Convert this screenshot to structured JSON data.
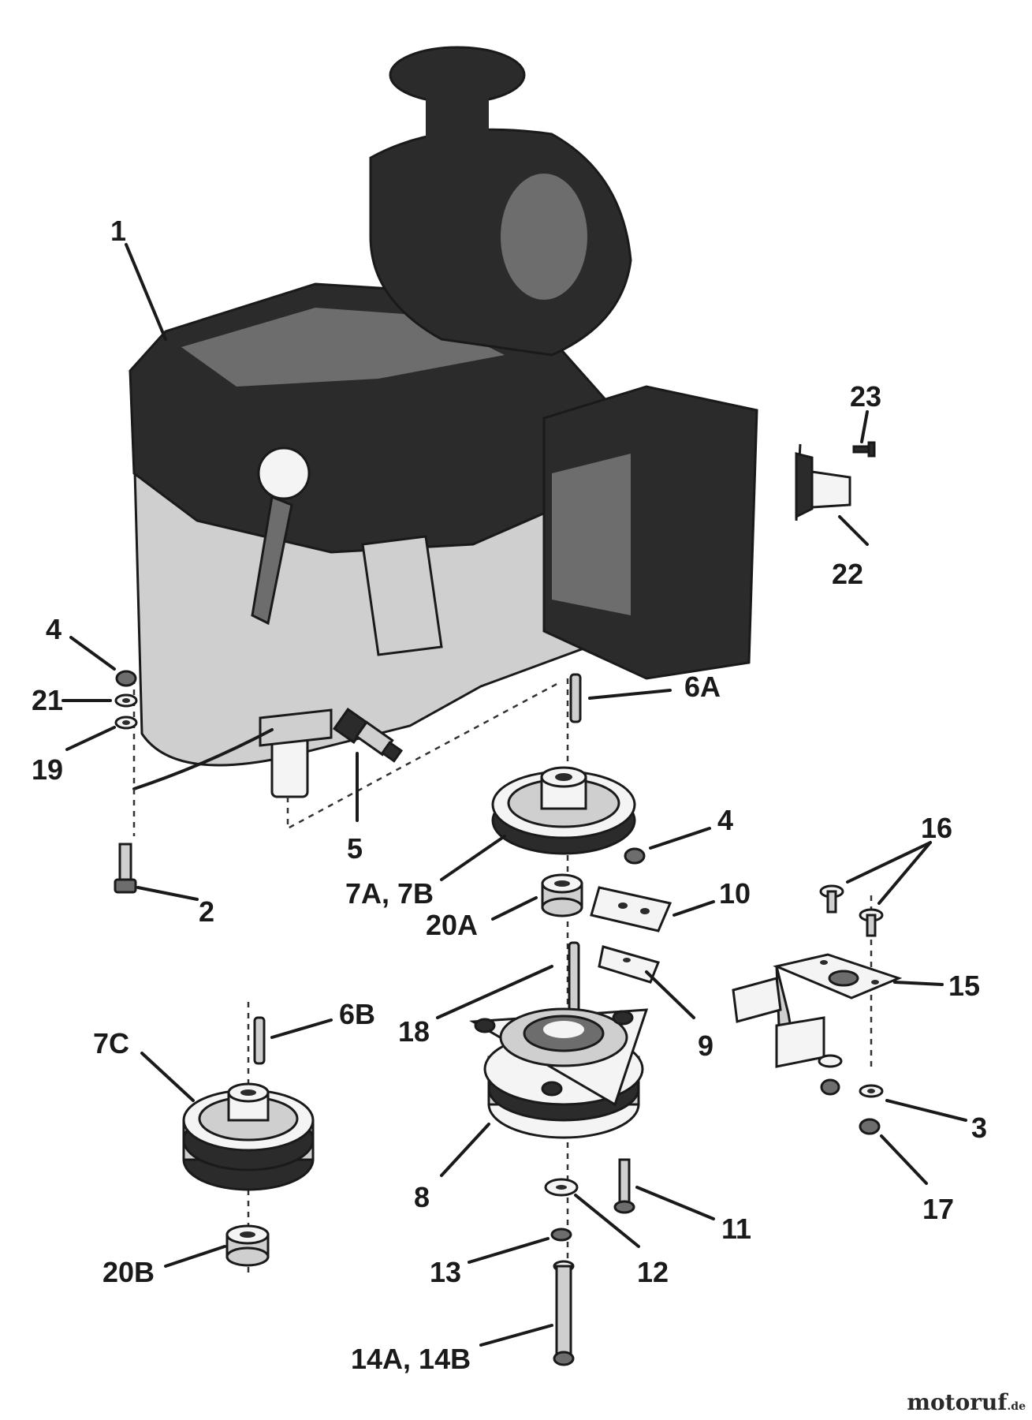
{
  "callouts": [
    {
      "id": "c1",
      "text": "1"
    },
    {
      "id": "c2",
      "text": "2"
    },
    {
      "id": "c3",
      "text": "3"
    },
    {
      "id": "c4a",
      "text": "4"
    },
    {
      "id": "c4b",
      "text": "4"
    },
    {
      "id": "c5",
      "text": "5"
    },
    {
      "id": "c6a",
      "text": "6A"
    },
    {
      "id": "c6b",
      "text": "6B"
    },
    {
      "id": "c7ab",
      "text": "7A, 7B"
    },
    {
      "id": "c7c",
      "text": "7C"
    },
    {
      "id": "c8",
      "text": "8"
    },
    {
      "id": "c9",
      "text": "9"
    },
    {
      "id": "c10",
      "text": "10"
    },
    {
      "id": "c11",
      "text": "11"
    },
    {
      "id": "c12",
      "text": "12"
    },
    {
      "id": "c13",
      "text": "13"
    },
    {
      "id": "c14",
      "text": "14A, 14B"
    },
    {
      "id": "c15",
      "text": "15"
    },
    {
      "id": "c16",
      "text": "16"
    },
    {
      "id": "c17",
      "text": "17"
    },
    {
      "id": "c18",
      "text": "18"
    },
    {
      "id": "c19",
      "text": "19"
    },
    {
      "id": "c20a",
      "text": "20A"
    },
    {
      "id": "c20b",
      "text": "20B"
    },
    {
      "id": "c21",
      "text": "21"
    },
    {
      "id": "c22",
      "text": "22"
    },
    {
      "id": "c23",
      "text": "23"
    }
  ],
  "watermark": {
    "name": "motoruf",
    "tld": ".de"
  }
}
